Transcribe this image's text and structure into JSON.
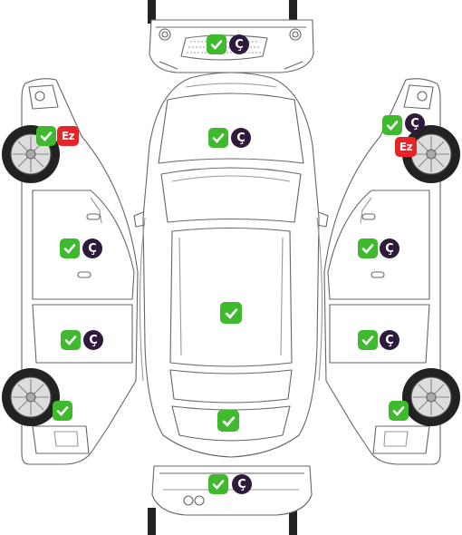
{
  "diagram": {
    "colors": {
      "ok": "#3fba2e",
      "paint": "#2e1b3c",
      "dent": "#e4262a",
      "line": "#666666"
    },
    "markers": [
      {
        "id": "front-bumper",
        "icons": [
          "check-icon",
          "paint-chip"
        ]
      },
      {
        "id": "hood",
        "icons": [
          "check-icon",
          "paint-chip"
        ]
      },
      {
        "id": "roof",
        "icons": [
          "check-icon"
        ]
      },
      {
        "id": "trunk",
        "icons": [
          "check-icon"
        ]
      },
      {
        "id": "rear-bumper",
        "icons": [
          "check-icon",
          "paint-chip"
        ]
      },
      {
        "id": "left-front-fender",
        "icons": [
          "check-icon",
          "dent-chip"
        ]
      },
      {
        "id": "left-front-door",
        "icons": [
          "check-icon",
          "paint-chip"
        ]
      },
      {
        "id": "left-rear-door",
        "icons": [
          "check-icon",
          "paint-chip"
        ]
      },
      {
        "id": "left-rear-fender",
        "icons": [
          "check-icon"
        ]
      },
      {
        "id": "right-front-fender",
        "icons": [
          "check-icon",
          "paint-chip",
          "dent-chip"
        ]
      },
      {
        "id": "right-front-door",
        "icons": [
          "check-icon",
          "paint-chip"
        ]
      },
      {
        "id": "right-rear-door",
        "icons": [
          "check-icon",
          "paint-chip"
        ]
      },
      {
        "id": "right-rear-fender",
        "icons": [
          "check-icon"
        ]
      }
    ],
    "labels": {
      "paint": "Ç",
      "dent": "Ez"
    }
  }
}
